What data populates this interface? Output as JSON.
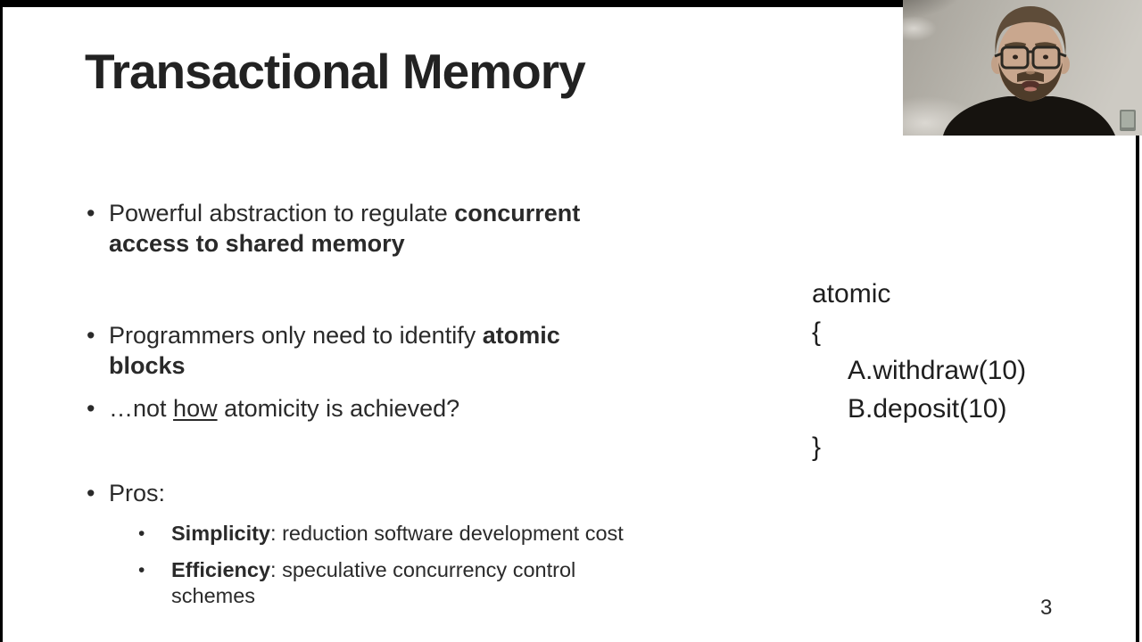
{
  "slide": {
    "title": "Transactional Memory",
    "bullet_char": "•",
    "page_number": "3",
    "bullets": {
      "b1": {
        "normal": "Powerful abstraction to regulate ",
        "bold": "concurrent\naccess to shared memory"
      },
      "b2": {
        "normal": "Programmers only need to identify ",
        "bold": "atomic\nblocks"
      },
      "b3": {
        "pre": "…not ",
        "underlined": "how",
        "post": " atomicity is achieved?"
      },
      "b4": {
        "normal": "Pros:"
      }
    },
    "sub_bullets": {
      "s1": {
        "bold": "Simplicity",
        "rest": ": reduction software development cost"
      },
      "s2": {
        "bold": "Efficiency",
        "rest": ": speculative concurrency control\nschemes"
      }
    },
    "code": {
      "lines": [
        "atomic",
        "{",
        "A.withdraw(10)",
        "B.deposit(10)",
        "}"
      ]
    }
  },
  "colors": {
    "text": "#2a2a2a",
    "slide_bg": "#ffffff",
    "letterbox": "#000000",
    "webcam_wall": "#b5b2aa",
    "webcam_shirt": "#16130f"
  }
}
